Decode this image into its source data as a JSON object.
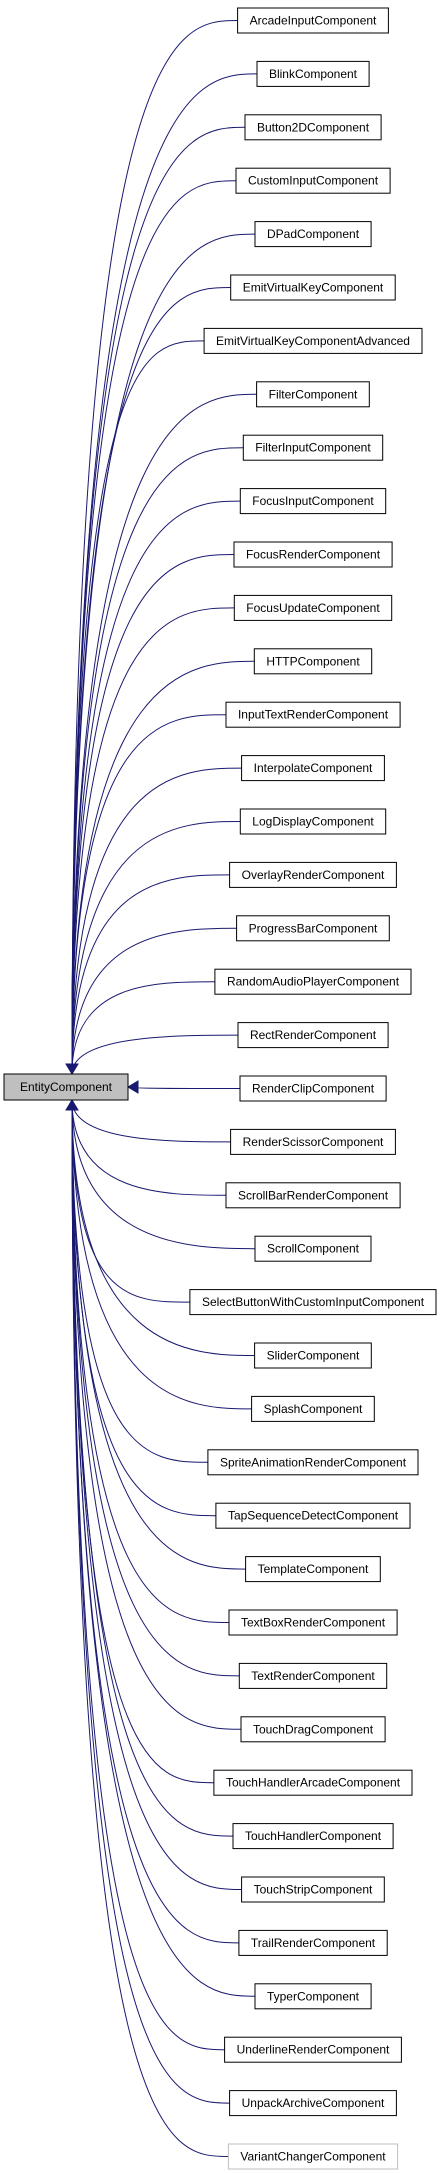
{
  "base": {
    "label": "EntityComponent",
    "fill": "#bfbfbf",
    "highlighted": true
  },
  "derived": [
    {
      "label": "ArcadeInputComponent"
    },
    {
      "label": "BlinkComponent"
    },
    {
      "label": "Button2DComponent"
    },
    {
      "label": "CustomInputComponent"
    },
    {
      "label": "DPadComponent"
    },
    {
      "label": "EmitVirtualKeyComponent"
    },
    {
      "label": "EmitVirtualKeyComponentAdvanced"
    },
    {
      "label": "FilterComponent"
    },
    {
      "label": "FilterInputComponent"
    },
    {
      "label": "FocusInputComponent"
    },
    {
      "label": "FocusRenderComponent"
    },
    {
      "label": "FocusUpdateComponent"
    },
    {
      "label": "HTTPComponent"
    },
    {
      "label": "InputTextRenderComponent"
    },
    {
      "label": "InterpolateComponent"
    },
    {
      "label": "LogDisplayComponent"
    },
    {
      "label": "OverlayRenderComponent"
    },
    {
      "label": "ProgressBarComponent"
    },
    {
      "label": "RandomAudioPlayerComponent"
    },
    {
      "label": "RectRenderComponent"
    },
    {
      "label": "RenderClipComponent"
    },
    {
      "label": "RenderScissorComponent"
    },
    {
      "label": "ScrollBarRenderComponent"
    },
    {
      "label": "ScrollComponent"
    },
    {
      "label": "SelectButtonWithCustomInputComponent"
    },
    {
      "label": "SliderComponent"
    },
    {
      "label": "SplashComponent"
    },
    {
      "label": "SpriteAnimationRenderComponent"
    },
    {
      "label": "TapSequenceDetectComponent"
    },
    {
      "label": "TemplateComponent"
    },
    {
      "label": "TextBoxRenderComponent"
    },
    {
      "label": "TextRenderComponent"
    },
    {
      "label": "TouchDragComponent"
    },
    {
      "label": "TouchHandlerArcadeComponent"
    },
    {
      "label": "TouchHandlerComponent"
    },
    {
      "label": "TouchStripComponent"
    },
    {
      "label": "TrailRenderComponent"
    },
    {
      "label": "TyperComponent"
    },
    {
      "label": "UnderlineRenderComponent"
    },
    {
      "label": "UnpackArchiveComponent"
    },
    {
      "label": "VariantChangerComponent",
      "muted": true
    }
  ],
  "colors": {
    "edge": "#191970",
    "box_border": "#000000",
    "muted_border": "#bfbfbf",
    "box_fill": "#ffffff"
  }
}
